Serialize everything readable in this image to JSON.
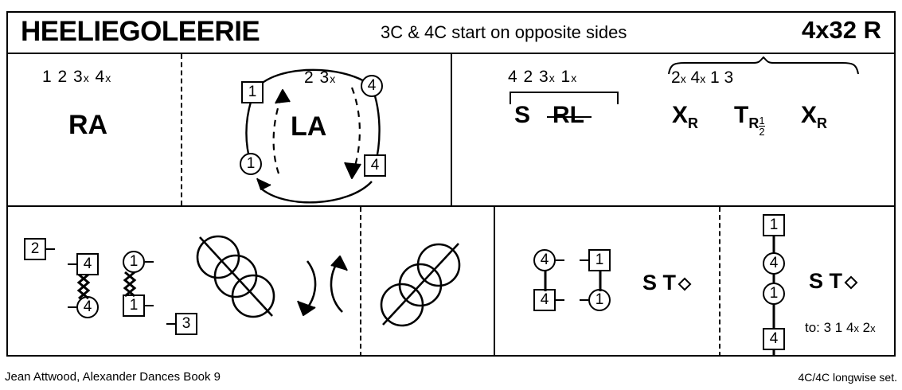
{
  "header": {
    "title": "HEELIEGOLEERIE",
    "subtitle": "3C & 4C start on opposite sides",
    "meta": "4x32 R"
  },
  "row1": {
    "cell1": {
      "bars": "1 2  3x 4x",
      "code": "RA"
    },
    "cell2": {
      "bars": "2 3x",
      "code": "LA",
      "dancers": [
        {
          "name": "square-1",
          "shape": "square",
          "label": "1"
        },
        {
          "name": "circle-1",
          "shape": "circle",
          "label": "1"
        },
        {
          "name": "circle-4",
          "shape": "circle",
          "label": "4"
        },
        {
          "name": "square-4",
          "shape": "square",
          "label": "4"
        }
      ]
    },
    "cell3": {
      "bars_left": "4 2  3x 1x",
      "code_s": "S",
      "code_rl": "RL",
      "bars_right": "2x     4x 1     3",
      "code_x1": "X",
      "code_x1_sub": "R",
      "code_t": "T",
      "code_t_sub": "R",
      "code_t_frac_num": "1",
      "code_t_frac_den": "2",
      "code_x2": "X",
      "code_x2_sub": "R"
    }
  },
  "row2": {
    "cell1": {
      "dancers": [
        {
          "name": "square-2",
          "shape": "square",
          "label": "2",
          "tick": "right"
        },
        {
          "name": "square-4",
          "shape": "square",
          "label": "4",
          "tick": "left"
        },
        {
          "name": "circle-4",
          "shape": "circle",
          "label": "4",
          "tick": "left"
        },
        {
          "name": "circle-1",
          "shape": "circle",
          "label": "1",
          "tick": "right"
        },
        {
          "name": "square-1",
          "shape": "square",
          "label": "1",
          "tick": "right"
        },
        {
          "name": "square-3",
          "shape": "square",
          "label": "3",
          "tick": "left"
        }
      ],
      "reel": "reel-of-three-down"
    },
    "cell2": {
      "reel": "reel-of-three-up"
    },
    "cell3": {
      "dancers": [
        {
          "name": "circle-4",
          "shape": "circle",
          "label": "4",
          "tick": "right"
        },
        {
          "name": "square-4",
          "shape": "square",
          "label": "4",
          "tick": "right"
        },
        {
          "name": "square-1",
          "shape": "square",
          "label": "1",
          "tick": "left"
        },
        {
          "name": "circle-1",
          "shape": "circle",
          "label": "1",
          "tick": "left"
        }
      ],
      "code_s": "S",
      "code_t": "T"
    },
    "cell4": {
      "dancers": [
        {
          "name": "square-1",
          "shape": "square",
          "label": "1"
        },
        {
          "name": "circle-4",
          "shape": "circle",
          "label": "4"
        },
        {
          "name": "circle-1",
          "shape": "circle",
          "label": "1"
        },
        {
          "name": "square-4",
          "shape": "square",
          "label": "4"
        }
      ],
      "code_s": "S",
      "code_t": "T",
      "to_note": "to:  3 1 4x 2x"
    }
  },
  "footer": {
    "left": "Jean Attwood, Alexander Dances Book 9",
    "right": "4C/4C longwise set."
  }
}
